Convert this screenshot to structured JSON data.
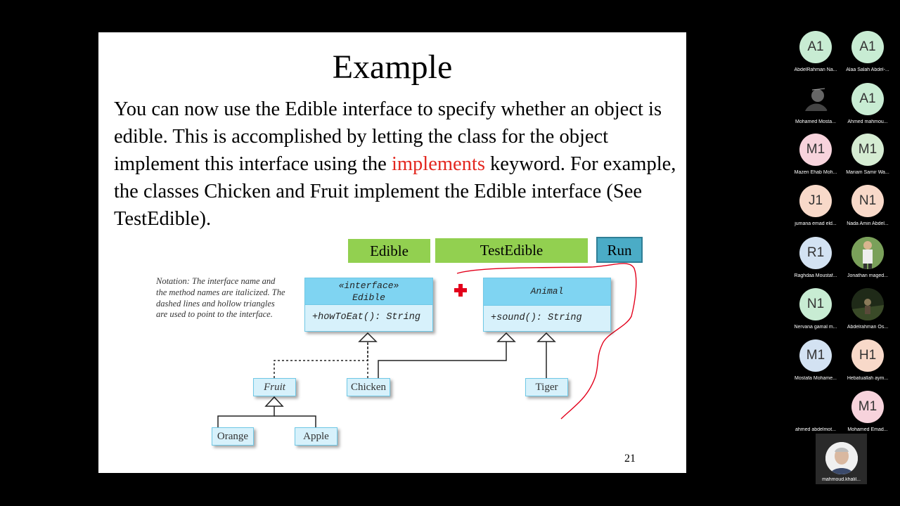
{
  "slide": {
    "title": "Example",
    "body_before": "You can now use the Edible interface to specify whether an object is edible. This is accomplished by letting the class for the object implement this interface using the ",
    "body_keyword": "implements",
    "body_after": " keyword. For example, the classes Chicken and Fruit implement the Edible interface (See TestEdible).",
    "buttons": {
      "edible": "Edible",
      "test_edible": "TestEdible",
      "run": "Run"
    },
    "notation": "Notation: The interface name and the method names are italicized. The dashed lines and hollow triangles are used to point to the interface.",
    "uml": {
      "edible_stereotype": "«interface»",
      "edible_name": "Edible",
      "edible_method": "+howToEat(): String",
      "animal_name": "Animal",
      "animal_method": "+sound(): String",
      "fruit": "Fruit",
      "chicken": "Chicken",
      "tiger": "Tiger",
      "orange": "Orange",
      "apple": "Apple"
    },
    "page_number": "21"
  },
  "participants": [
    {
      "initials": "A1",
      "name": "AbdelRahman Na...",
      "color": "#c8ecd3"
    },
    {
      "initials": "A1",
      "name": "Alaa Salah Abdel-...",
      "color": "#c8ecd3"
    },
    {
      "initials": "",
      "name": "Mohamed Mosta...",
      "color": "#000000",
      "photo": "dark-avatar"
    },
    {
      "initials": "A1",
      "name": "Ahmed mahmou...",
      "color": "#c8ecd3"
    },
    {
      "initials": "M1",
      "name": "Mazen Ehab Moh...",
      "color": "#f7d3dc"
    },
    {
      "initials": "M1",
      "name": "Mariam Samir Wa...",
      "color": "#d5ecd2"
    },
    {
      "initials": "J1",
      "name": "jumana emad eld...",
      "color": "#f8d9c9"
    },
    {
      "initials": "N1",
      "name": "Nada Amin Abdel...",
      "color": "#f8d9c9"
    },
    {
      "initials": "R1",
      "name": "Raghdaa Moustaf...",
      "color": "#d3e2f2"
    },
    {
      "initials": "",
      "name": "Jonathan maged...",
      "color": "#6a8f4a",
      "photo": "person-photo"
    },
    {
      "initials": "N1",
      "name": "Nervana gamal m...",
      "color": "#c8ecd3"
    },
    {
      "initials": "",
      "name": "Abdelrahman Os...",
      "color": "#1d2a1a",
      "photo": "scene-photo"
    },
    {
      "initials": "M1",
      "name": "Mostafa Mohame...",
      "color": "#d3e2f2"
    },
    {
      "initials": "H1",
      "name": "Hebatuallah aym...",
      "color": "#f8d9c9"
    },
    {
      "initials": "",
      "name": "ahmed abdelmot...",
      "color": "#000000",
      "photo": "none"
    },
    {
      "initials": "M1",
      "name": "Mohamed Emad...",
      "color": "#f7d3dc"
    }
  ],
  "self_view": {
    "name": "mahmoud.khalil..."
  }
}
